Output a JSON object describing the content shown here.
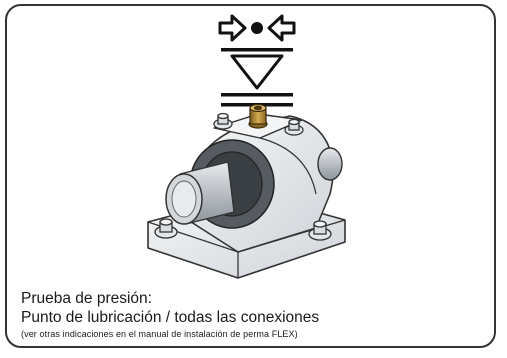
{
  "caption": {
    "line1": "Prueba de presión:",
    "line2": "Punto de lubricación / todas las conexiones",
    "line3": "(ver otras indicaciones en el manual de instalación de perma FLEX)"
  },
  "icons": {
    "pressure_symbol": "pressure-test-icon",
    "bearing": "pillow-block-bearing-illustration"
  },
  "colors": {
    "frame": "#333333",
    "brass_fitting": "#b38a2e",
    "housing": "#e9ecef",
    "shaft": "#c8cdd2"
  }
}
